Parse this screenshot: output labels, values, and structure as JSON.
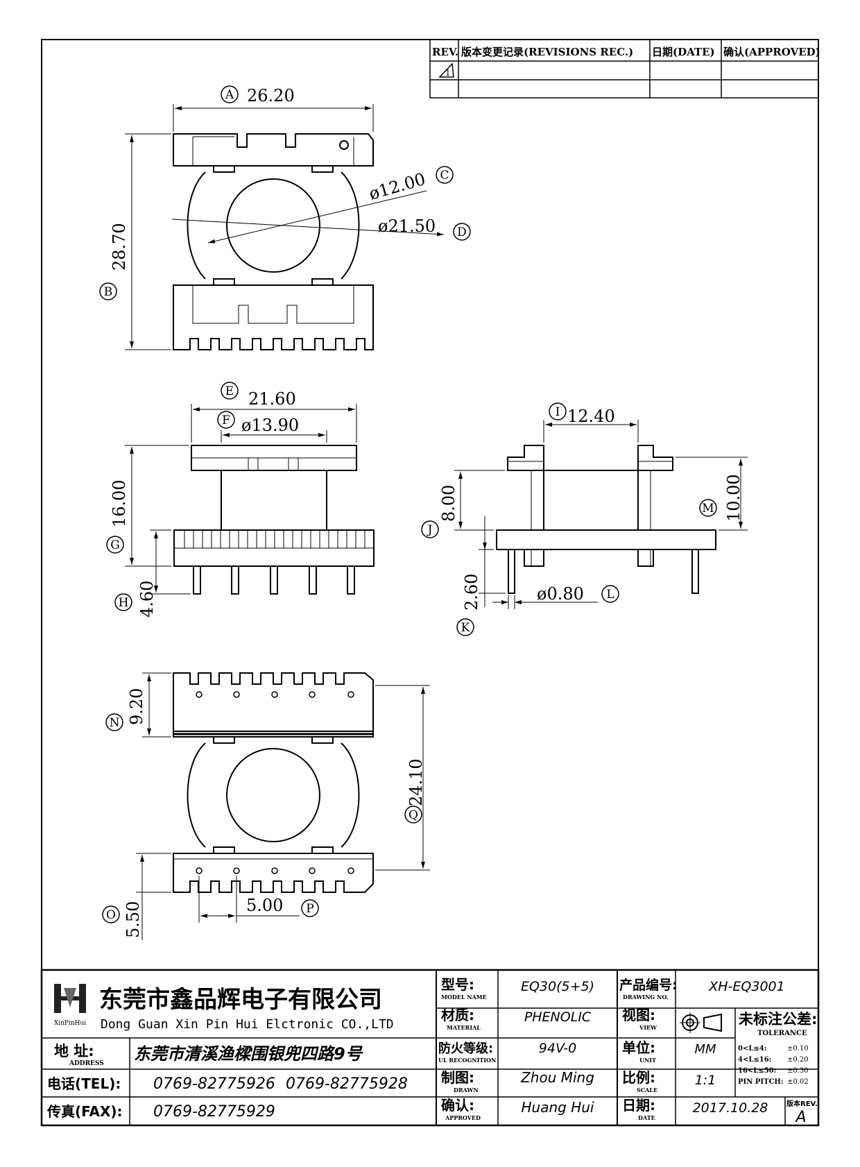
{
  "revision_table": {
    "col_rev": "REV.",
    "col_record": "版本变更记录(REVISIONS REC.)",
    "col_date": "日期(DATE)",
    "col_approved": "确认(APPROVED)",
    "row1_rev": "1"
  },
  "dimensions": {
    "A": {
      "letter": "A",
      "value": "26.20"
    },
    "B": {
      "letter": "B",
      "value": "28.70"
    },
    "C": {
      "letter": "C",
      "value": "ø12.00"
    },
    "D": {
      "letter": "D",
      "value": "ø21.50"
    },
    "E": {
      "letter": "E",
      "value": "21.60"
    },
    "F": {
      "letter": "F",
      "value": "ø13.90"
    },
    "G": {
      "letter": "G",
      "value": "16.00"
    },
    "H": {
      "letter": "H",
      "value": "4.60"
    },
    "I": {
      "letter": "I",
      "value": "12.40"
    },
    "J": {
      "letter": "J",
      "value": "8.00"
    },
    "K": {
      "letter": "K",
      "value": "2.60"
    },
    "L": {
      "letter": "L",
      "value": "ø0.80"
    },
    "M": {
      "letter": "M",
      "value": "10.00"
    },
    "N": {
      "letter": "N",
      "value": "9.20"
    },
    "O": {
      "letter": "O",
      "value": "5.50"
    },
    "P": {
      "letter": "P",
      "value": "5.00"
    },
    "Q": {
      "letter": "Q",
      "value": "24.10"
    }
  },
  "title_block": {
    "company_cn": "东莞市鑫品辉电子有限公司",
    "company_en": "Dong Guan Xin Pin Hui Elctronic CO.,LTD",
    "logo_text": "XinPinHui",
    "address_label": "地 址:",
    "address_label_en": "ADDRESS",
    "address_value": "东莞市清溪渔樑围银兜四路9号",
    "tel_label": "电话(TEL):",
    "tel_value1": "0769-82775926",
    "tel_value2": "0769-82775928",
    "fax_label": "传真(FAX):",
    "fax_value": "0769-82775929",
    "model_label": "型号:",
    "model_label_en": "MODEL NAME",
    "model_value": "EQ30(5+5)",
    "material_label": "材质:",
    "material_label_en": "MATERIAL",
    "material_value": "PHENOLIC",
    "ul_label": "防火等级:",
    "ul_label_en": "UL RECOGNITION",
    "ul_value": "94V-0",
    "drawn_label": "制图:",
    "drawn_label_en": "DRAWN",
    "drawn_value": "Zhou Ming",
    "approved_label": "确认:",
    "approved_label_en": "APPROVED",
    "approved_value": "Huang Hui",
    "drawing_no_label": "产品编号:",
    "drawing_no_label_en": "DRAWING NO.",
    "drawing_no_value": "XH-EQ3001",
    "view_label": "视图:",
    "view_label_en": "VIEW",
    "unit_label": "单位:",
    "unit_label_en": "UNIT",
    "unit_value": "MM",
    "scale_label": "比例:",
    "scale_label_en": "SCALE",
    "scale_value": "1:1",
    "date_label": "日期:",
    "date_label_en": "DATE",
    "date_value": "2017.10.28",
    "tolerance_label": "未标注公差:",
    "tolerance_label_en": "TOLERANCE",
    "tolerance_rows": [
      {
        "range": "0<L≤4:",
        "value": "±0.10"
      },
      {
        "range": "4<L≤16:",
        "value": "±0.20"
      },
      {
        "range": "16<L≤50:",
        "value": "±0.30"
      },
      {
        "range": "PIN PITCH:",
        "value": "±0.02"
      }
    ],
    "version_label": "版本REV.",
    "version_value": "A"
  }
}
